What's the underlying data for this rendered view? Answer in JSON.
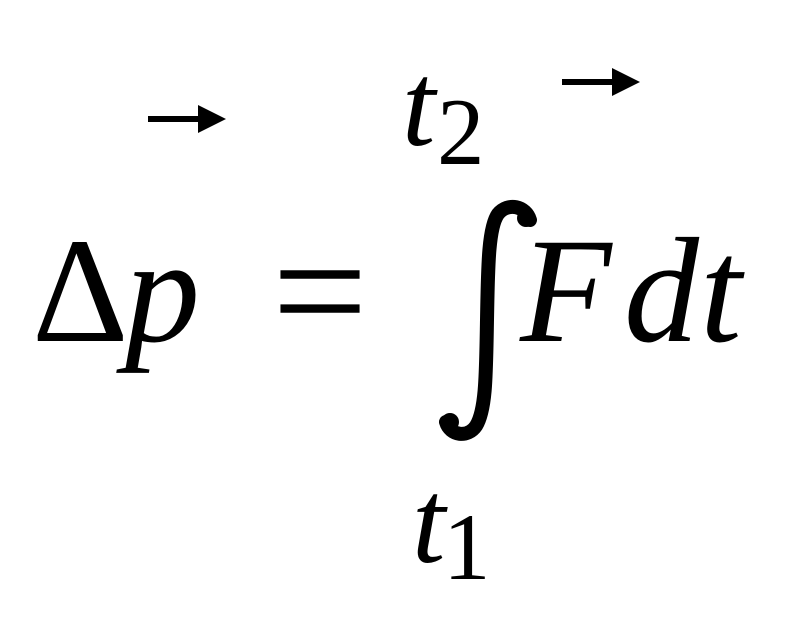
{
  "formula": {
    "delta": "Δ",
    "momentum_symbol": "p",
    "equals": "=",
    "force_symbol": "F",
    "differential": "d",
    "time_variable": "t",
    "upper_limit": {
      "symbol": "t",
      "subscript": "2"
    },
    "lower_limit": {
      "symbol": "t",
      "subscript": "1"
    }
  },
  "icons": {
    "vector_arrow": "right-arrow-icon",
    "integral": "integral-sign-icon"
  },
  "colors": {
    "ink": "#000000",
    "background": "#ffffff"
  }
}
